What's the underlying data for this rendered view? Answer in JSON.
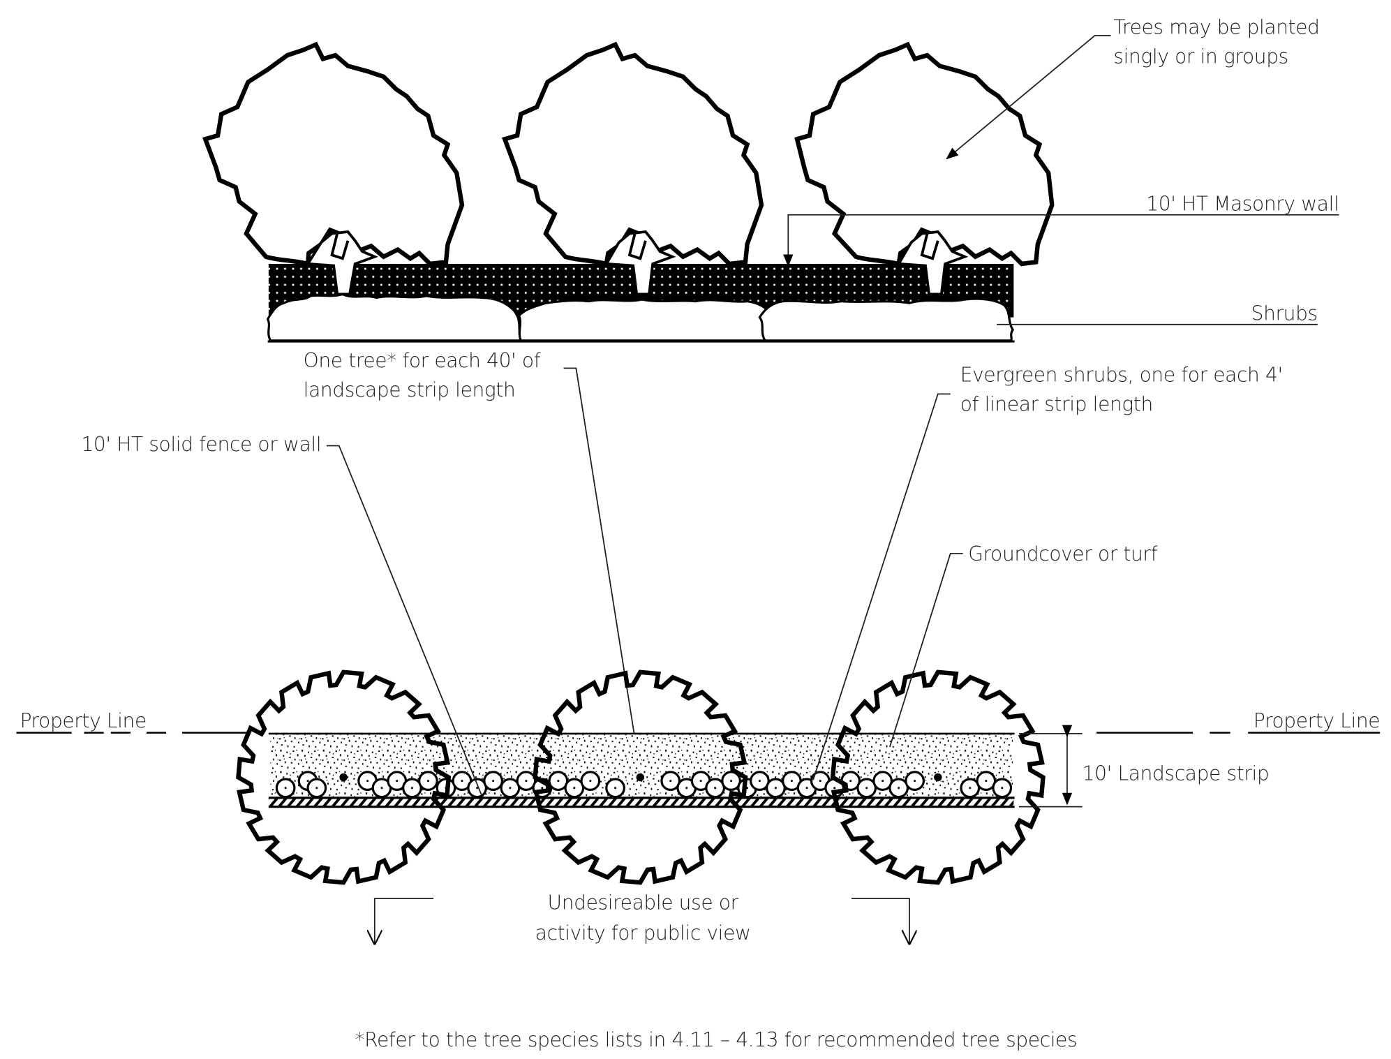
{
  "elevation": {
    "labels": {
      "trees_planted": [
        "Trees may be planted",
        "singly or in groups"
      ],
      "masonry_wall": "10' HT Masonry wall",
      "shrubs": "Shrubs",
      "one_tree": [
        "One tree* for each 40' of",
        "landscape strip length"
      ]
    },
    "tree_count": 3
  },
  "plan": {
    "labels": {
      "fence": "10' HT solid fence or wall",
      "evergreen": [
        "Evergreen shrubs, one for each 4'",
        "of linear strip length"
      ],
      "groundcover": "Groundcover or turf",
      "property_line_left": "Property Line",
      "property_line_right": "Property Line",
      "landscape_strip": "10' Landscape strip",
      "undesirable": [
        "Undesireable use or",
        "activity for public view"
      ]
    },
    "tree_count": 3
  },
  "footnote": "*Refer to the tree species lists in 4.11 – 4.13 for recommended tree species",
  "colors": {
    "ink": "#000000",
    "text": "#231f20",
    "background": "#ffffff"
  }
}
